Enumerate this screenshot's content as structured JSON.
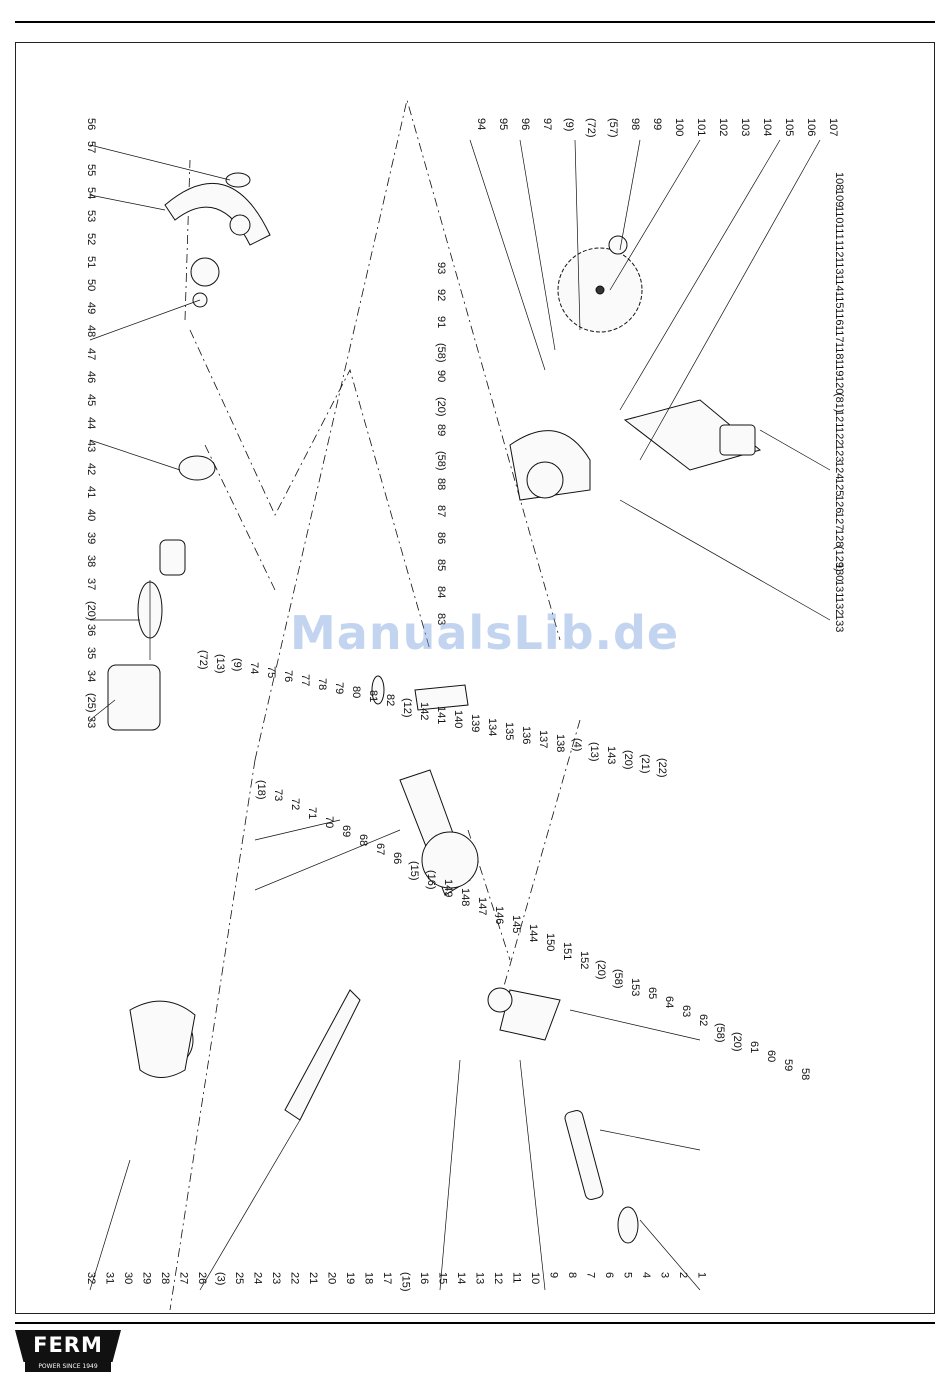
{
  "watermark": "ManualsLib.de",
  "logo": {
    "brand": "FERM",
    "tagline": "POWER SINCE 1949"
  },
  "labels_right": [
    "107",
    "106",
    "105",
    "104",
    "103",
    "102",
    "101",
    "100",
    "99",
    "98",
    "(57)",
    "(72)",
    "(9)",
    "97",
    "96",
    "95",
    "94"
  ],
  "labels_right2": [
    "108",
    "109",
    "110",
    "111",
    "112",
    "113",
    "114",
    "115",
    "116",
    "117",
    "118",
    "119",
    "120",
    "(81)",
    "121",
    "122",
    "123",
    "124",
    "125",
    "126",
    "127",
    "128",
    "(129)",
    "130",
    "131",
    "132",
    "133"
  ],
  "labels_mid": [
    "93",
    "92",
    "91",
    "(58)",
    "90",
    "(20)",
    "89",
    "(58)",
    "88",
    "87",
    "86",
    "85",
    "84",
    "83"
  ],
  "labels_topleft": [
    "56",
    "57",
    "55",
    "54",
    "53",
    "52",
    "51",
    "50",
    "49",
    "48",
    "47",
    "46",
    "45",
    "44",
    "43",
    "42",
    "41",
    "40",
    "39",
    "38",
    "37",
    "(20)",
    "36",
    "35",
    "34",
    "(25)",
    "33"
  ],
  "labels_center": [
    "(72)",
    "(13)",
    "(9)",
    "74",
    "75",
    "76",
    "77",
    "78",
    "79",
    "80",
    "81",
    "82",
    "(12)",
    "142",
    "141",
    "140",
    "139",
    "134",
    "135",
    "136",
    "137",
    "138",
    "(4)",
    "(13)",
    "143",
    "(20)",
    "(21)",
    "(22)"
  ],
  "labels_lower": [
    "(18)",
    "73",
    "72",
    "71",
    "70",
    "69",
    "68",
    "67",
    "66",
    "(15)",
    "(16)",
    "149",
    "148",
    "147",
    "146",
    "145",
    "144",
    "150",
    "151",
    "152",
    "(20)",
    "(58)",
    "153",
    "65",
    "64",
    "63",
    "62",
    "(58)",
    "(20)",
    "61",
    "60",
    "59",
    "58"
  ],
  "labels_bottom": [
    "32",
    "31",
    "30",
    "29",
    "28",
    "27",
    "26",
    "(3)",
    "25",
    "24",
    "23",
    "22",
    "21",
    "20",
    "19",
    "18",
    "17",
    "(15)",
    "16",
    "15",
    "14",
    "13",
    "12",
    "11",
    "10",
    "9",
    "8",
    "7",
    "6",
    "5",
    "4",
    "3",
    "2",
    "1"
  ]
}
